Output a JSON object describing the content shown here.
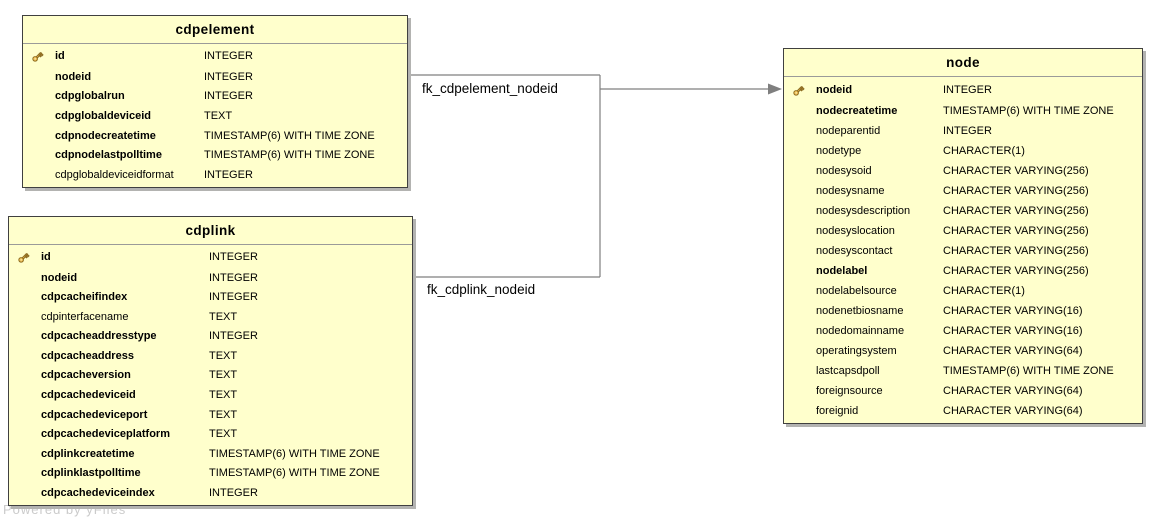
{
  "diagram": {
    "watermark": "Powered by yFiles",
    "colors": {
      "table_fill": "#ffffcc",
      "table_border": "#404040",
      "title_separator": "#9b9b99",
      "shadow": "#b3b3b1",
      "edge": "#7f7f7f",
      "text": "#000000",
      "watermark_text": "#cbcbcb",
      "key_icon_fill": "#e8b64c",
      "key_icon_stroke": "#8a6a20"
    },
    "tables": [
      {
        "name": "cdpelement",
        "title": "cdpelement",
        "columns": [
          {
            "name": "id",
            "type": "INTEGER",
            "key": true,
            "bold": true
          },
          {
            "name": "nodeid",
            "type": "INTEGER",
            "key": false,
            "bold": true
          },
          {
            "name": "cdpglobalrun",
            "type": "INTEGER",
            "key": false,
            "bold": true
          },
          {
            "name": "cdpglobaldeviceid",
            "type": "TEXT",
            "key": false,
            "bold": true
          },
          {
            "name": "cdpnodecreatetime",
            "type": "TIMESTAMP(6) WITH TIME ZONE",
            "key": false,
            "bold": true
          },
          {
            "name": "cdpnodelastpolltime",
            "type": "TIMESTAMP(6) WITH TIME ZONE",
            "key": false,
            "bold": true
          },
          {
            "name": "cdpglobaldeviceidformat",
            "type": "INTEGER",
            "key": false,
            "bold": false
          }
        ]
      },
      {
        "name": "cdplink",
        "title": "cdplink",
        "columns": [
          {
            "name": "id",
            "type": "INTEGER",
            "key": true,
            "bold": true
          },
          {
            "name": "nodeid",
            "type": "INTEGER",
            "key": false,
            "bold": true
          },
          {
            "name": "cdpcacheifindex",
            "type": "INTEGER",
            "key": false,
            "bold": true
          },
          {
            "name": "cdpinterfacename",
            "type": "TEXT",
            "key": false,
            "bold": false
          },
          {
            "name": "cdpcacheaddresstype",
            "type": "INTEGER",
            "key": false,
            "bold": true
          },
          {
            "name": "cdpcacheaddress",
            "type": "TEXT",
            "key": false,
            "bold": true
          },
          {
            "name": "cdpcacheversion",
            "type": "TEXT",
            "key": false,
            "bold": true
          },
          {
            "name": "cdpcachedeviceid",
            "type": "TEXT",
            "key": false,
            "bold": true
          },
          {
            "name": "cdpcachedeviceport",
            "type": "TEXT",
            "key": false,
            "bold": true
          },
          {
            "name": "cdpcachedeviceplatform",
            "type": "TEXT",
            "key": false,
            "bold": true
          },
          {
            "name": "cdplinkcreatetime",
            "type": "TIMESTAMP(6) WITH TIME ZONE",
            "key": false,
            "bold": true
          },
          {
            "name": "cdplinklastpolltime",
            "type": "TIMESTAMP(6) WITH TIME ZONE",
            "key": false,
            "bold": true
          },
          {
            "name": "cdpcachedeviceindex",
            "type": "INTEGER",
            "key": false,
            "bold": true
          }
        ]
      },
      {
        "name": "node",
        "title": "node",
        "columns": [
          {
            "name": "nodeid",
            "type": "INTEGER",
            "key": true,
            "bold": true
          },
          {
            "name": "nodecreatetime",
            "type": "TIMESTAMP(6) WITH TIME ZONE",
            "key": false,
            "bold": true
          },
          {
            "name": "nodeparentid",
            "type": "INTEGER",
            "key": false,
            "bold": false
          },
          {
            "name": "nodetype",
            "type": "CHARACTER(1)",
            "key": false,
            "bold": false
          },
          {
            "name": "nodesysoid",
            "type": "CHARACTER VARYING(256)",
            "key": false,
            "bold": false
          },
          {
            "name": "nodesysname",
            "type": "CHARACTER VARYING(256)",
            "key": false,
            "bold": false
          },
          {
            "name": "nodesysdescription",
            "type": "CHARACTER VARYING(256)",
            "key": false,
            "bold": false
          },
          {
            "name": "nodesyslocation",
            "type": "CHARACTER VARYING(256)",
            "key": false,
            "bold": false
          },
          {
            "name": "nodesyscontact",
            "type": "CHARACTER VARYING(256)",
            "key": false,
            "bold": false
          },
          {
            "name": "nodelabel",
            "type": "CHARACTER VARYING(256)",
            "key": false,
            "bold": true
          },
          {
            "name": "nodelabelsource",
            "type": "CHARACTER(1)",
            "key": false,
            "bold": false
          },
          {
            "name": "nodenetbiosname",
            "type": "CHARACTER VARYING(16)",
            "key": false,
            "bold": false
          },
          {
            "name": "nodedomainname",
            "type": "CHARACTER VARYING(16)",
            "key": false,
            "bold": false
          },
          {
            "name": "operatingsystem",
            "type": "CHARACTER VARYING(64)",
            "key": false,
            "bold": false
          },
          {
            "name": "lastcapsdpoll",
            "type": "TIMESTAMP(6) WITH TIME ZONE",
            "key": false,
            "bold": false
          },
          {
            "name": "foreignsource",
            "type": "CHARACTER VARYING(64)",
            "key": false,
            "bold": false
          },
          {
            "name": "foreignid",
            "type": "CHARACTER VARYING(64)",
            "key": false,
            "bold": false
          }
        ]
      }
    ],
    "relations": [
      {
        "label": "fk_cdpelement_nodeid",
        "from": "cdpelement.nodeid",
        "to": "node.nodeid"
      },
      {
        "label": "fk_cdplink_nodeid",
        "from": "cdplink.nodeid",
        "to": "node.nodeid"
      }
    ]
  }
}
